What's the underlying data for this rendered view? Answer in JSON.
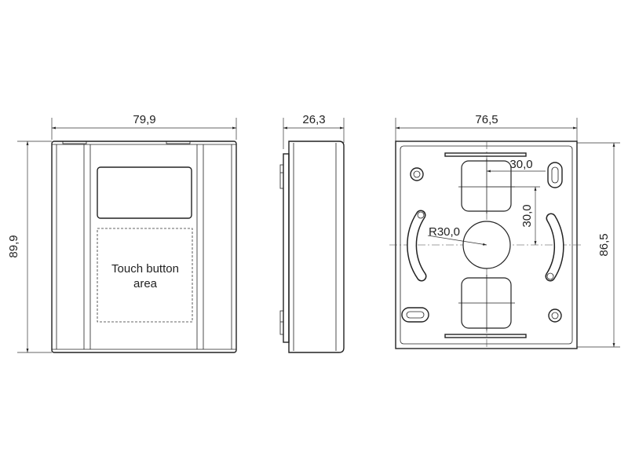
{
  "front_view": {
    "width_dim": "79,9",
    "height_dim": "89,9",
    "touch_area_line1": "Touch button",
    "touch_area_line2": "area"
  },
  "side_view": {
    "depth_dim": "26,3"
  },
  "back_view": {
    "width_dim": "76,5",
    "height_dim": "86,5",
    "hole_spacing_h": "30,0",
    "hole_spacing_v": "30,0",
    "radius_dim": "R30,0"
  }
}
